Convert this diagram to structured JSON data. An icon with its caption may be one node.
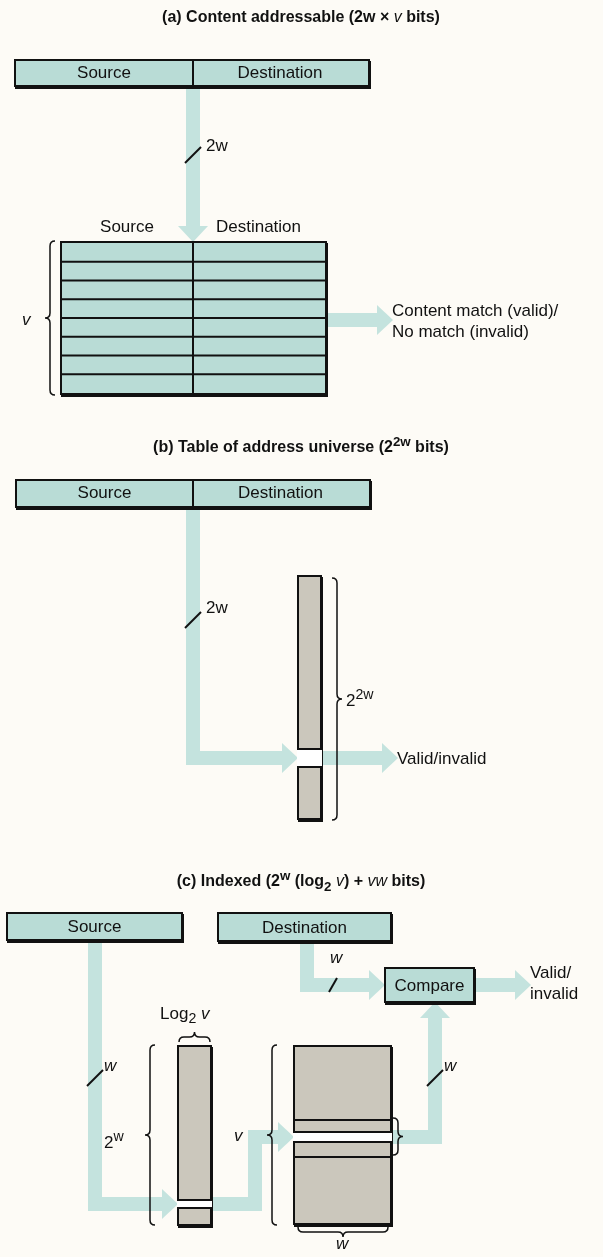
{
  "diagram": {
    "nodes": [
      {
        "text": [
          "Source",
          "Destination"
        ]
      },
      {
        "text": [
          "Source",
          "Destination"
        ],
        "beside": [
          "*v*"
        ]
      },
      {
        "text": [
          "Content match (valid)/ No match (invalid)"
        ]
      },
      {
        "text": [
          "Source",
          "Destination"
        ]
      },
      {
        "text": [],
        "shape": "bar",
        "beside": [
          "2$^{2w}$"
        ]
      },
      {
        "text": [],
        "shape": "box",
        "in": 4
      },
      {
        "text": [
          "Valid/invalid"
        ]
      },
      {
        "text": [
          "Source"
        ]
      },
      {
        "text": [
          "Destination"
        ]
      },
      {
        "text": [
          "Compare"
        ]
      },
      {
        "text": [
          "Valid/ invalid"
        ]
      },
      {
        "text": [],
        "shape": "bar",
        "beside": [
          "Log$_{2}$ *v*",
          "2$^{w}$"
        ]
      },
      {
        "text": [],
        "shape": "box",
        "in": 11
      },
      {
        "text": [],
        "shape": "bar",
        "beside": [
          "*v*",
          "*w*"
        ]
      },
      {
        "text": [],
        "shape": "box",
        "in": 13
      }
    ],
    "edges": [
      {
        "from": 0,
        "to": 1,
        "arrow": "to",
        "label": "2w"
      },
      {
        "from": 1,
        "to": 2,
        "arrow": "to"
      },
      {
        "from": 3,
        "to": 5,
        "arrow": "to",
        "label": "2w"
      },
      {
        "from": 5,
        "to": 6,
        "arrow": "to"
      },
      {
        "from": 7,
        "to": 12,
        "arrow": "to",
        "label": "*w*"
      },
      {
        "from": 12,
        "to": 14,
        "arrow": "to"
      },
      {
        "from": 14,
        "to": 9,
        "arrow": "to",
        "label": "*w*"
      },
      {
        "from": 8,
        "to": 9,
        "arrow": "to",
        "label": "*w*"
      },
      {
        "from": 9,
        "to": 10,
        "arrow": "to"
      }
    ],
    "labels": [
      "(a) Content addressable (2w × *v* bits)",
      "(b) Table of address universe (2$^{2w}$ bits)",
      "(c) Indexed (2$^{w}$ (log$_{2}$ *v*) + *vw* bits)"
    ]
  }
}
